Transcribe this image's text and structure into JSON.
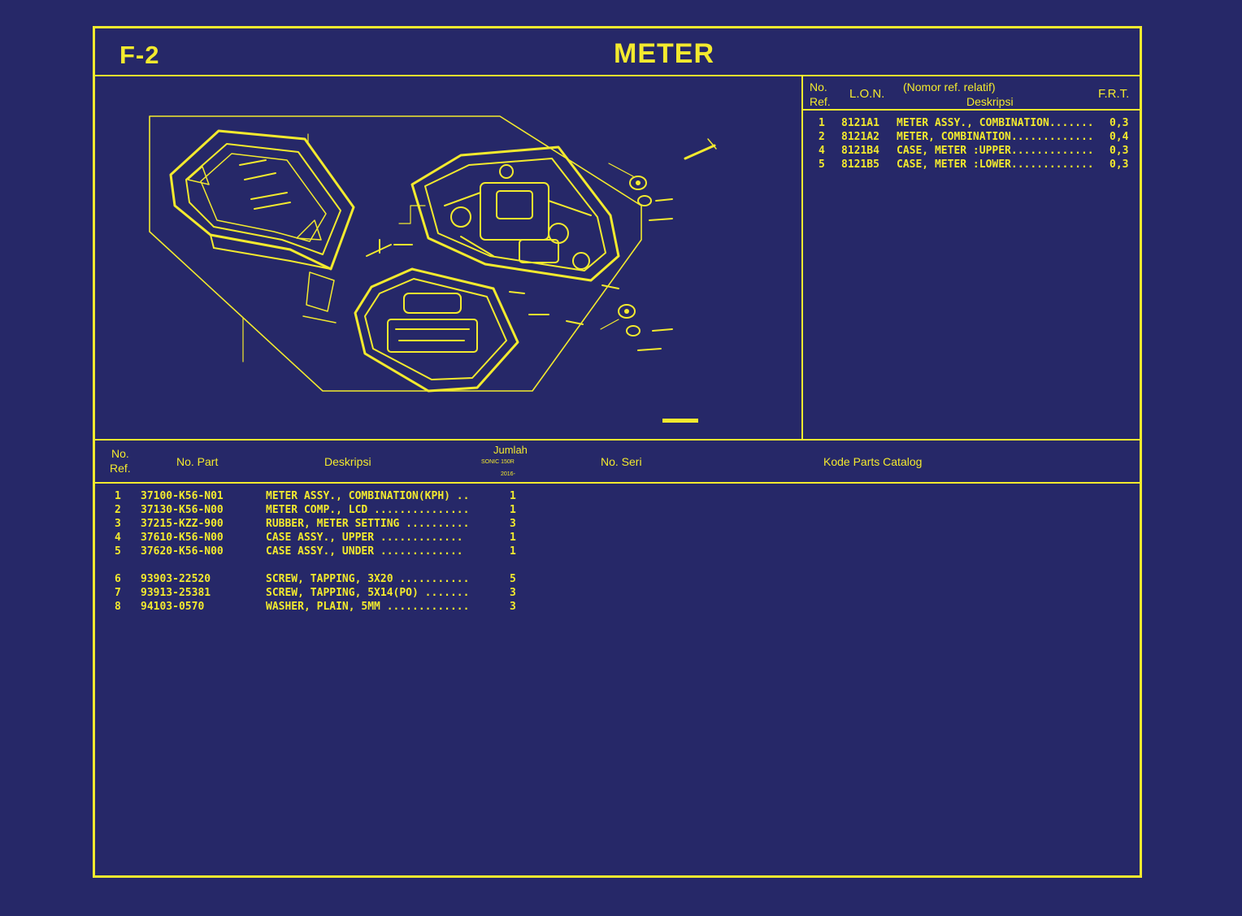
{
  "header": {
    "section_code": "F-2",
    "title": "METER"
  },
  "ref_table": {
    "col_no_line1": "No.",
    "col_no_line2": "Ref.",
    "col_lon": "L.O.N.",
    "col_desc_line1": "(Nomor ref. relatif)",
    "col_desc_line2": "Deskripsi",
    "col_frt": "F.R.T.",
    "rows": [
      {
        "ref": "1",
        "lon": "8121A1",
        "desc": "METER ASSY., COMBINATION.......",
        "frt": "0,3"
      },
      {
        "ref": "2",
        "lon": "8121A2",
        "desc": "METER, COMBINATION.............",
        "frt": "0,4"
      },
      {
        "ref": "4",
        "lon": "8121B4",
        "desc": "CASE, METER :UPPER.............",
        "frt": "0,3"
      },
      {
        "ref": "5",
        "lon": "8121B5",
        "desc": "CASE, METER :LOWER.............",
        "frt": "0,3"
      }
    ]
  },
  "parts_table": {
    "col_no_line1": "No.",
    "col_no_line2": "Ref.",
    "col_part": "No. Part",
    "col_desc": "Deskripsi",
    "col_qty": "Jumlah",
    "col_qty_model": "SONIC 150R",
    "col_qty_year": "2016-",
    "col_serial": "No. Seri",
    "col_catalog": "Kode Parts Catalog",
    "rows": [
      {
        "ref": "1",
        "part": "37100-K56-N01",
        "desc": "METER ASSY., COMBINATION(KPH) ..",
        "qty": "1"
      },
      {
        "ref": "2",
        "part": "37130-K56-N00",
        "desc": "METER COMP., LCD ...............",
        "qty": "1"
      },
      {
        "ref": "3",
        "part": "37215-KZZ-900",
        "desc": "RUBBER, METER SETTING ..........",
        "qty": "3"
      },
      {
        "ref": "4",
        "part": "37610-K56-N00",
        "desc": "CASE ASSY., UPPER .............",
        "qty": "1"
      },
      {
        "ref": "5",
        "part": "37620-K56-N00",
        "desc": "CASE ASSY., UNDER .............",
        "qty": "1"
      },
      {
        "ref": "6",
        "part": "93903-22520",
        "desc": "SCREW, TAPPING, 3X20 ...........",
        "qty": "5"
      },
      {
        "ref": "7",
        "part": "93913-25381",
        "desc": "SCREW, TAPPING, 5X14(PO) .......",
        "qty": "3"
      },
      {
        "ref": "8",
        "part": "94103-0570",
        "desc": "WASHER, PLAIN, 5MM .............",
        "qty": "3"
      }
    ]
  },
  "colors": {
    "background": "#262868",
    "line": "#f3ea2e"
  }
}
